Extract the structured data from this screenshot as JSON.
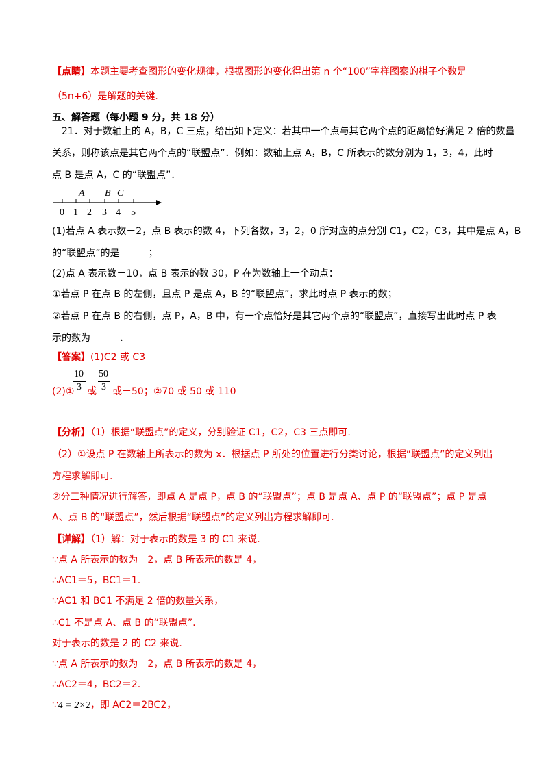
{
  "comment": {
    "tag": "【点睛】",
    "line1": "本题主要考查图形的变化规律，根据图形的变化得出第 n 个“100”字样图案的棋子个数是",
    "line2": "（5n+6）是解题的关键."
  },
  "section": {
    "title": "五、解答题（每小题 9 分，共 18 分）"
  },
  "problem": {
    "line1": "21．对于数轴上的 A，B，C 三点，给出如下定义：若其中一个点与其它两个点的距离恰好满足 2 倍的数量",
    "line2": "关系，则称该点是其它两个点的“联盟点”．例如：数轴上点 A，B，C 所表示的数分别为 1，3，4，此时",
    "line3": "点 B 是点 A，C 的“联盟点”．",
    "numberline": {
      "point_labels": [
        "A",
        "B",
        "C"
      ],
      "ticks": [
        "0",
        "1",
        "2",
        "3",
        "4",
        "5"
      ]
    },
    "q1_line1": "(1)若点 A 表示数－2，点 B 表示的数 4，下列各数，3，2，0 所对应的点分别 C1，C2，C3，其中是点 A，B",
    "q1_line2": "的“联盟点”的是　　　；",
    "q2_line1": "(2)点 A 表示数－10，点 B 表示的数 30，P 在为数轴上一个动点：",
    "q2_a": "①若点 P 在点 B 的左侧，且点 P 是点 A，B 的“联盟点”，求此时点 P 表示的数；",
    "q2_b_line1": "②若点 P 在点 B 的右侧，点 P，A，B 中，有一个点恰好是其它两个点的“联盟点”，直接写出此时点 P 表",
    "q2_b_line2": "示的数为　　　．"
  },
  "answer": {
    "tag": "【答案】",
    "a1": "(1)C2 或 C3",
    "a2_prefix": "(2)①",
    "frac1": {
      "num": "10",
      "den": "3"
    },
    "or1": "或",
    "frac2": {
      "num": "50",
      "den": "3"
    },
    "a2_rest": "或－50；②70 或 50 或 110"
  },
  "analysis": {
    "tag": "【分析】",
    "line1": "（1）根据“联盟点”的定义，分别验证 C1，C2，C3 三点即可.",
    "line2": "（2）①设点 P 在数轴上所表示的数为 x．根据点 P 所处的位置进行分类讨论，根据“联盟点”的定义列出",
    "line3": "方程求解即可.",
    "line4": "②分三种情况进行解答，即点 A 是点 P，点 B 的“联盟点”；点 B 是点 A、点 P 的“联盟点”；点 P 是点",
    "line5": "A、点 B 的“联盟点”，然后根据“联盟点”的定义列出方程求解即可."
  },
  "detail": {
    "tag": "【详解】",
    "line1": "（1）解：对于表示的数是 3 的 C1 来说.",
    "line2": "∵点 A 所表示的数为－2，点 B 所表示的数是 4，",
    "line3": "∴AC1＝5，BC1＝1.",
    "line4": "∵AC1 和 BC1 不满足 2 倍的数量关系，",
    "line5": "∴C1 不是点 A、点 B 的“联盟点”.",
    "line6": "对于表示的数是 2 的 C2 来说.",
    "line7": "∵点 A 所表示的数为－2，点 B 所表示的数是 4，",
    "line8": "∴AC2＝4，BC2＝2.",
    "line9_prefix": "∵",
    "line9_math": "4 = 2×2",
    "line9_rest": "，即 AC2＝2BC2，"
  },
  "colors": {
    "highlight": "#e00000",
    "text": "#000000"
  }
}
